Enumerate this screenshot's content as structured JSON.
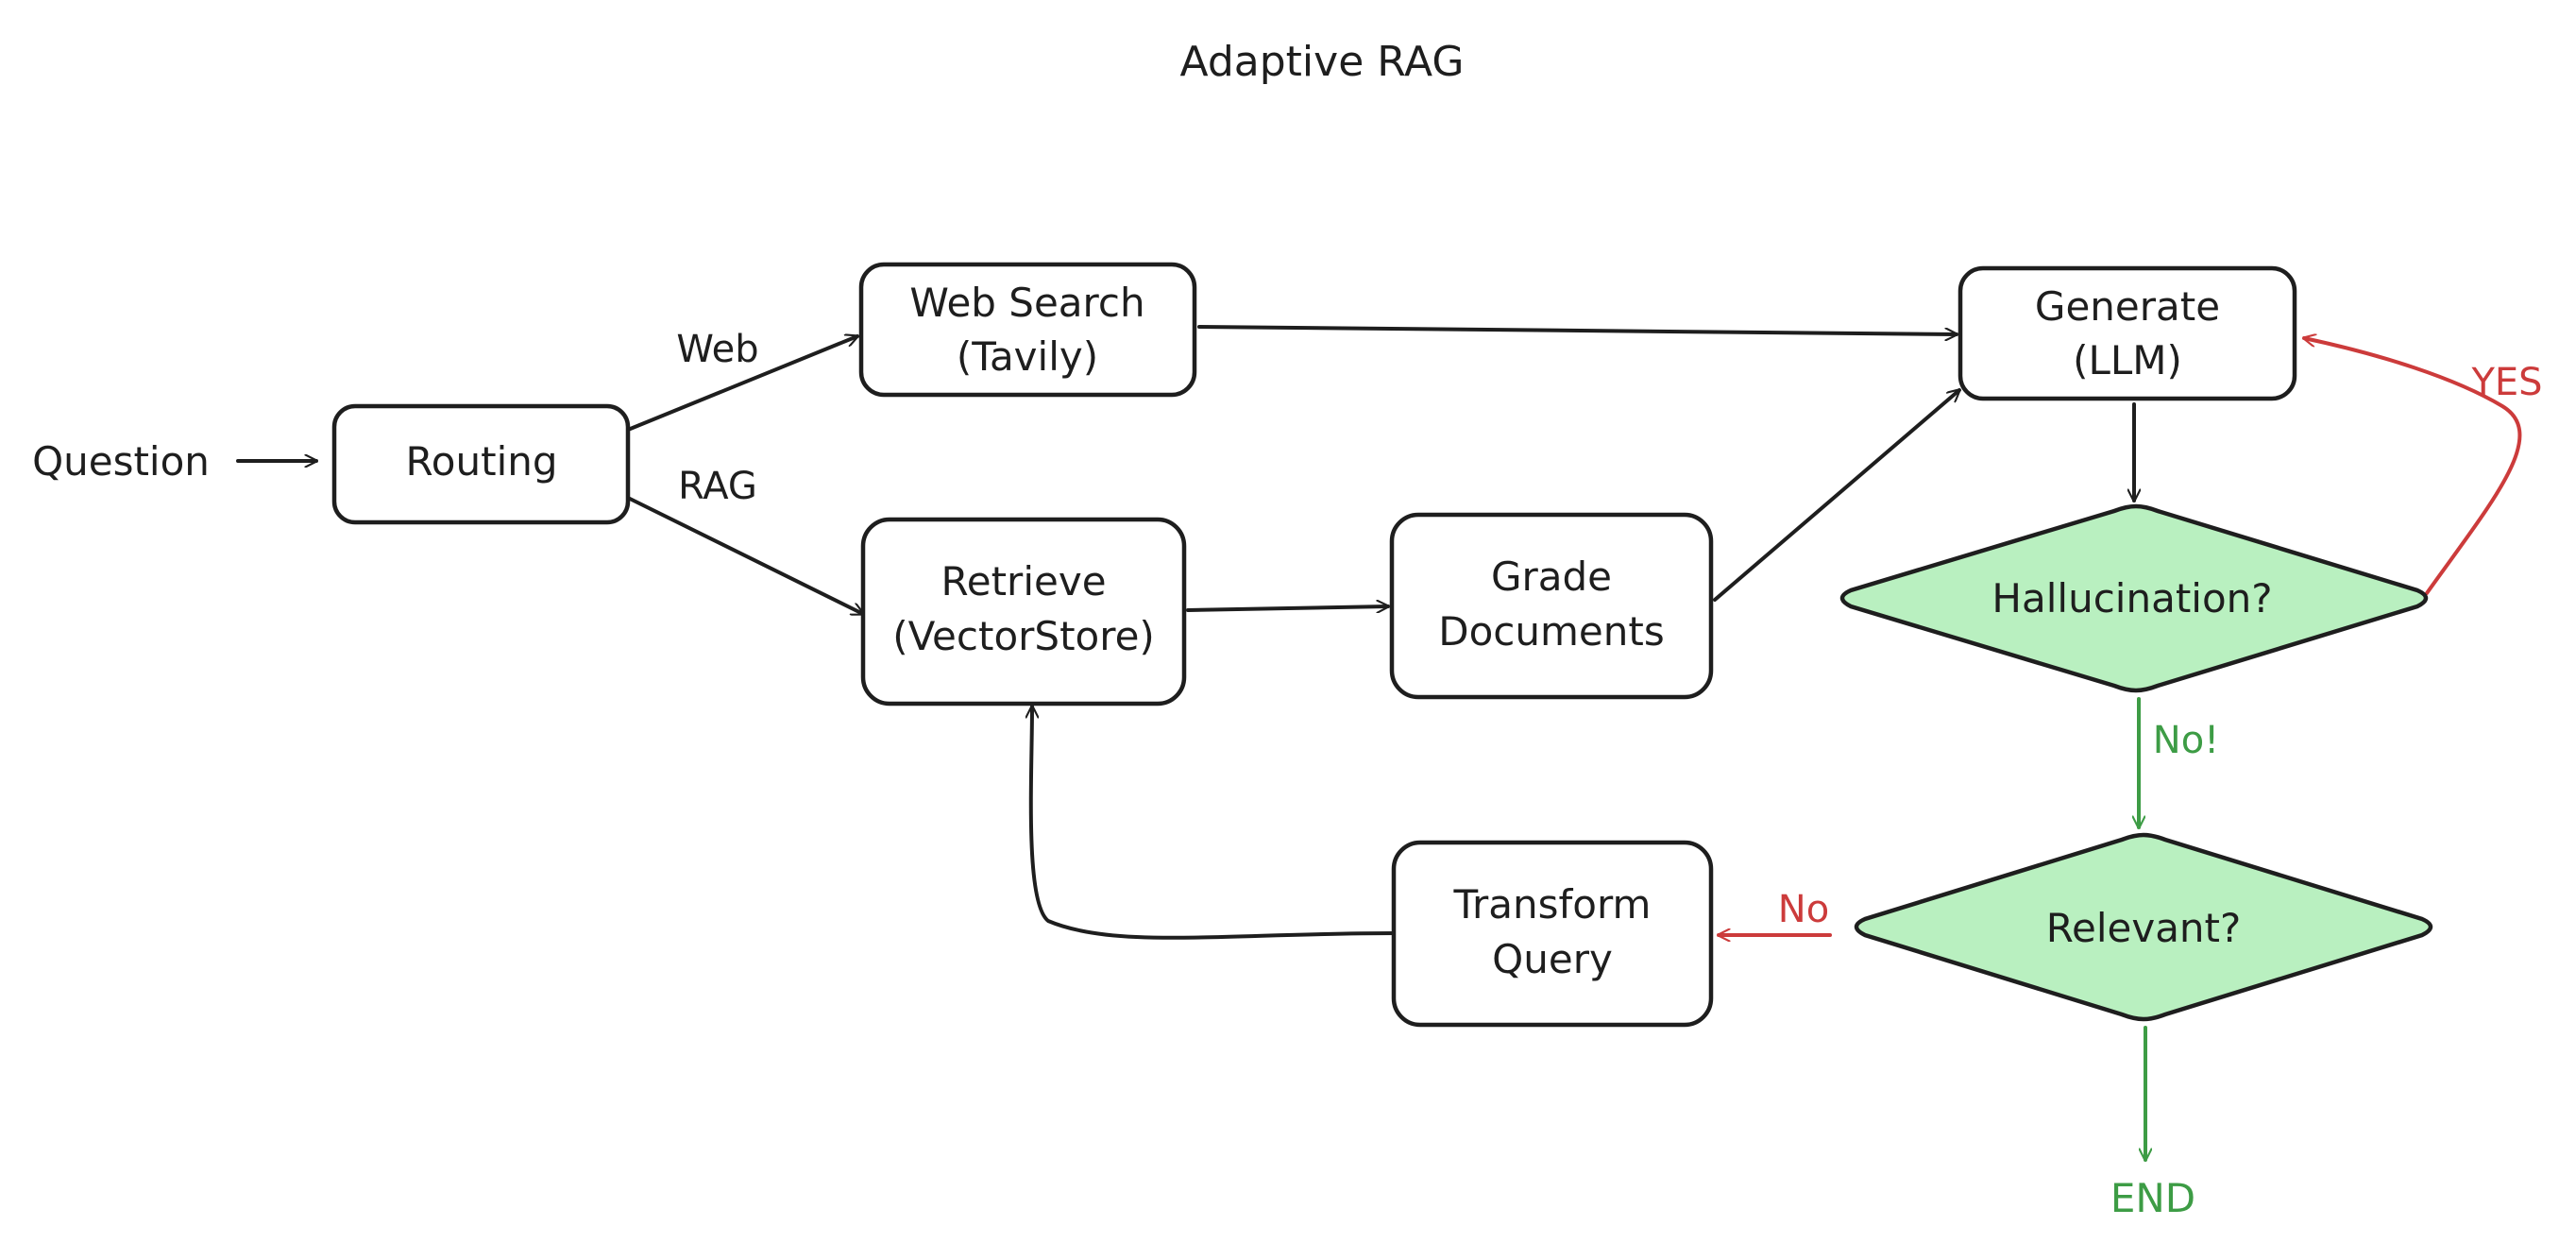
{
  "title": "Adaptive RAG",
  "colors": {
    "ink": "#1e1e1e",
    "diamond_fill": "#b9f0c0",
    "yes_red": "#cc3b3b",
    "no_green": "#3d9c45"
  },
  "nodes": {
    "question": {
      "label": "Question"
    },
    "routing": {
      "label": "Routing"
    },
    "web_search": {
      "line1": "Web Search",
      "line2": "(Tavily)"
    },
    "retrieve": {
      "line1": "Retrieve",
      "line2": "(VectorStore)"
    },
    "grade": {
      "line1": "Grade",
      "line2": "Documents"
    },
    "generate": {
      "line1": "Generate",
      "line2": "(LLM)"
    },
    "hallucination": {
      "label": "Hallucination?"
    },
    "relevant": {
      "label": "Relevant?"
    },
    "transform": {
      "line1": "Transform",
      "line2": "Query"
    },
    "end": {
      "label": "END"
    }
  },
  "edge_labels": {
    "web": "Web",
    "rag": "RAG",
    "yes": "YES",
    "no_hallucination": "No!",
    "no_relevant": "No"
  }
}
